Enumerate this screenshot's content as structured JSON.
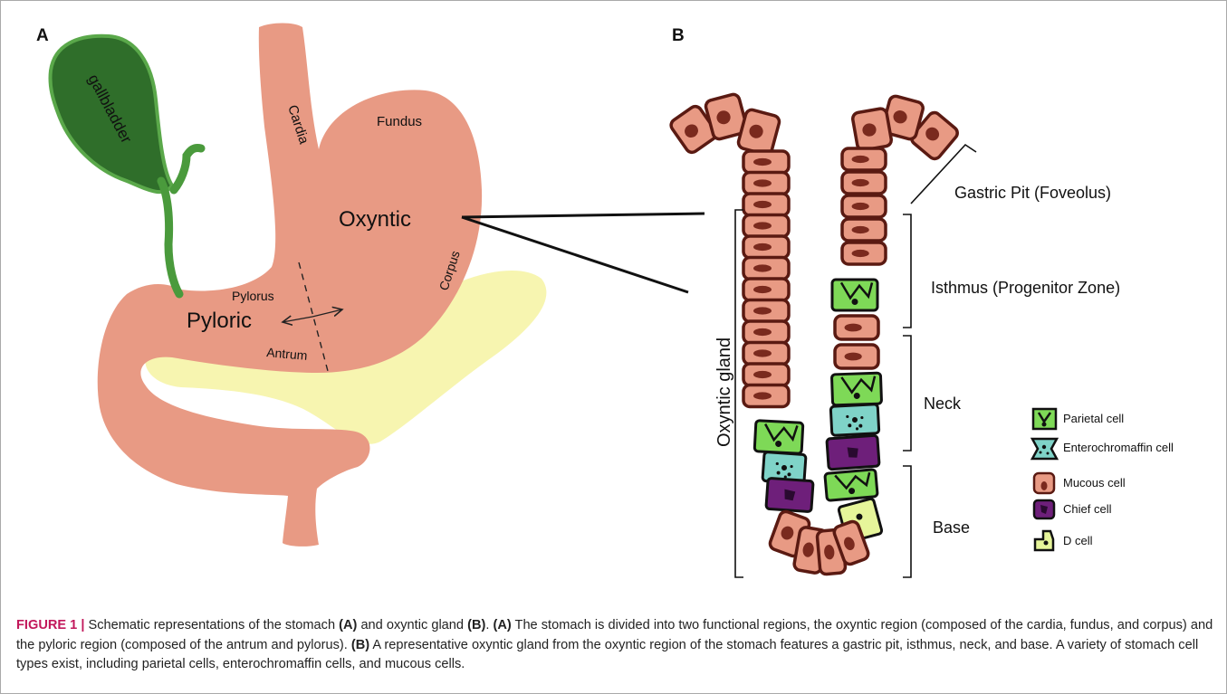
{
  "panelA": {
    "letter": "A",
    "labels": {
      "gallbladder": "gallbladder",
      "cardia": "Cardia",
      "fundus": "Fundus",
      "oxyntic": "Oxyntic",
      "corpus": "Corpus",
      "pylorus": "Pylorus",
      "pyloric": "Pyloric",
      "antrum": "Antrum"
    }
  },
  "panelB": {
    "letter": "B",
    "regions": {
      "gastric_pit": "Gastric Pit (Foveolus)",
      "isthmus": "Isthmus (Progenitor Zone)",
      "neck": "Neck",
      "base": "Base",
      "oxyntic_gland": "Oxyntic gland"
    },
    "legend": [
      {
        "label": "Parietal cell",
        "color": "#7ed957"
      },
      {
        "label": "Enterochromaffin cell",
        "color": "#7fd3c8"
      },
      {
        "label": "Mucous cell",
        "color": "#e89a84"
      },
      {
        "label": "Chief cell",
        "color": "#6e1f7a"
      },
      {
        "label": "D cell",
        "color": "#e6f59a"
      }
    ]
  },
  "colors": {
    "stomach": "#e89a84",
    "gallbladder": "#3f8a32",
    "pancreas": "#f7f5b0",
    "outline": "#5a1a12"
  },
  "caption": {
    "figure_label": "FIGURE 1 |",
    "part1": " Schematic representations of the stomach ",
    "ref_a1": "(A)",
    "part2": " and oxyntic gland ",
    "ref_b1": "(B)",
    "part3": ". ",
    "ref_a2": "(A)",
    "part4": " The stomach is divided into two functional regions, the oxyntic region (composed of the cardia, fundus, and corpus) and the pyloric region (composed of the antrum and pylorus). ",
    "ref_b2": "(B)",
    "part5": " A representative oxyntic gland from the oxyntic region of the stomach features a gastric pit, isthmus, neck, and base. A variety of stomach cell types exist, including parietal cells, enterochromaffin cells, and mucous cells."
  }
}
